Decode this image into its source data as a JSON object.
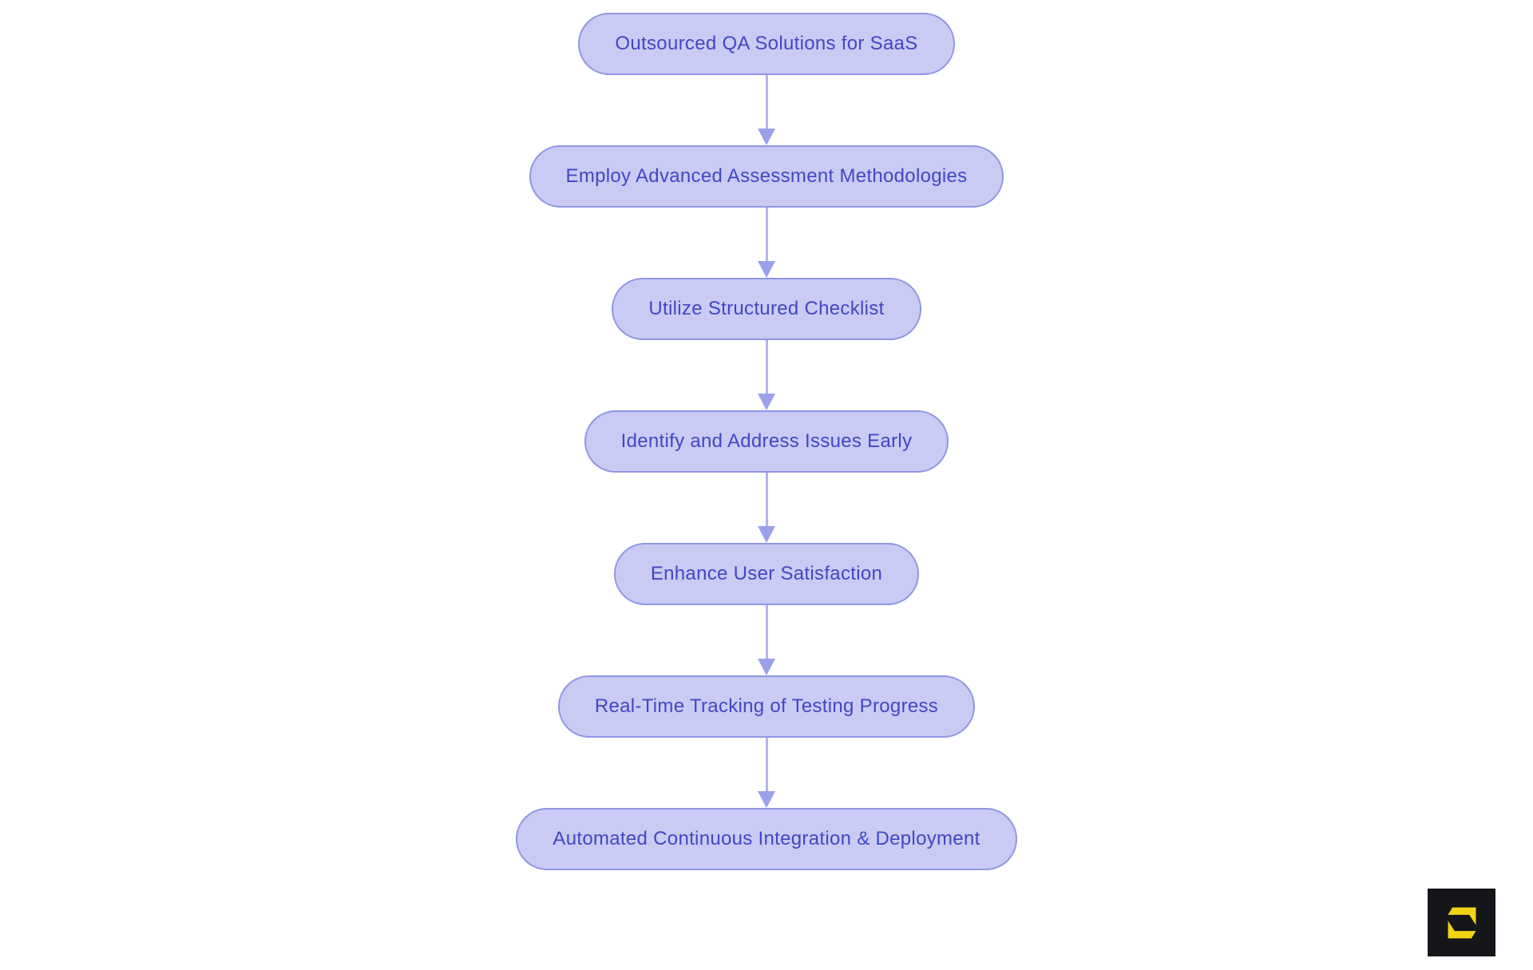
{
  "page": {
    "background": "#ffffff"
  },
  "flowchart": {
    "type": "vertical-flow",
    "nodes": [
      {
        "label": "Outsourced QA Solutions for SaaS"
      },
      {
        "label": "Employ Advanced Assessment Methodologies"
      },
      {
        "label": "Utilize Structured Checklist"
      },
      {
        "label": "Identify and Address Issues Early"
      },
      {
        "label": "Enhance User Satisfaction"
      },
      {
        "label": "Real-Time Tracking of Testing Progress"
      },
      {
        "label": "Automated Continuous Integration & Deployment"
      }
    ],
    "connector_count": 6,
    "colors": {
      "node_fill": "#c9cbf4",
      "node_border": "#9096e4",
      "node_text": "#4247c3",
      "arrow_line": "#b2b5ef",
      "arrow_head": "#9aa0ea"
    }
  },
  "logo": {
    "glyph": "S",
    "name": "s-logo",
    "bg_color": "#15161a",
    "glyph_color": "#f2d417"
  }
}
